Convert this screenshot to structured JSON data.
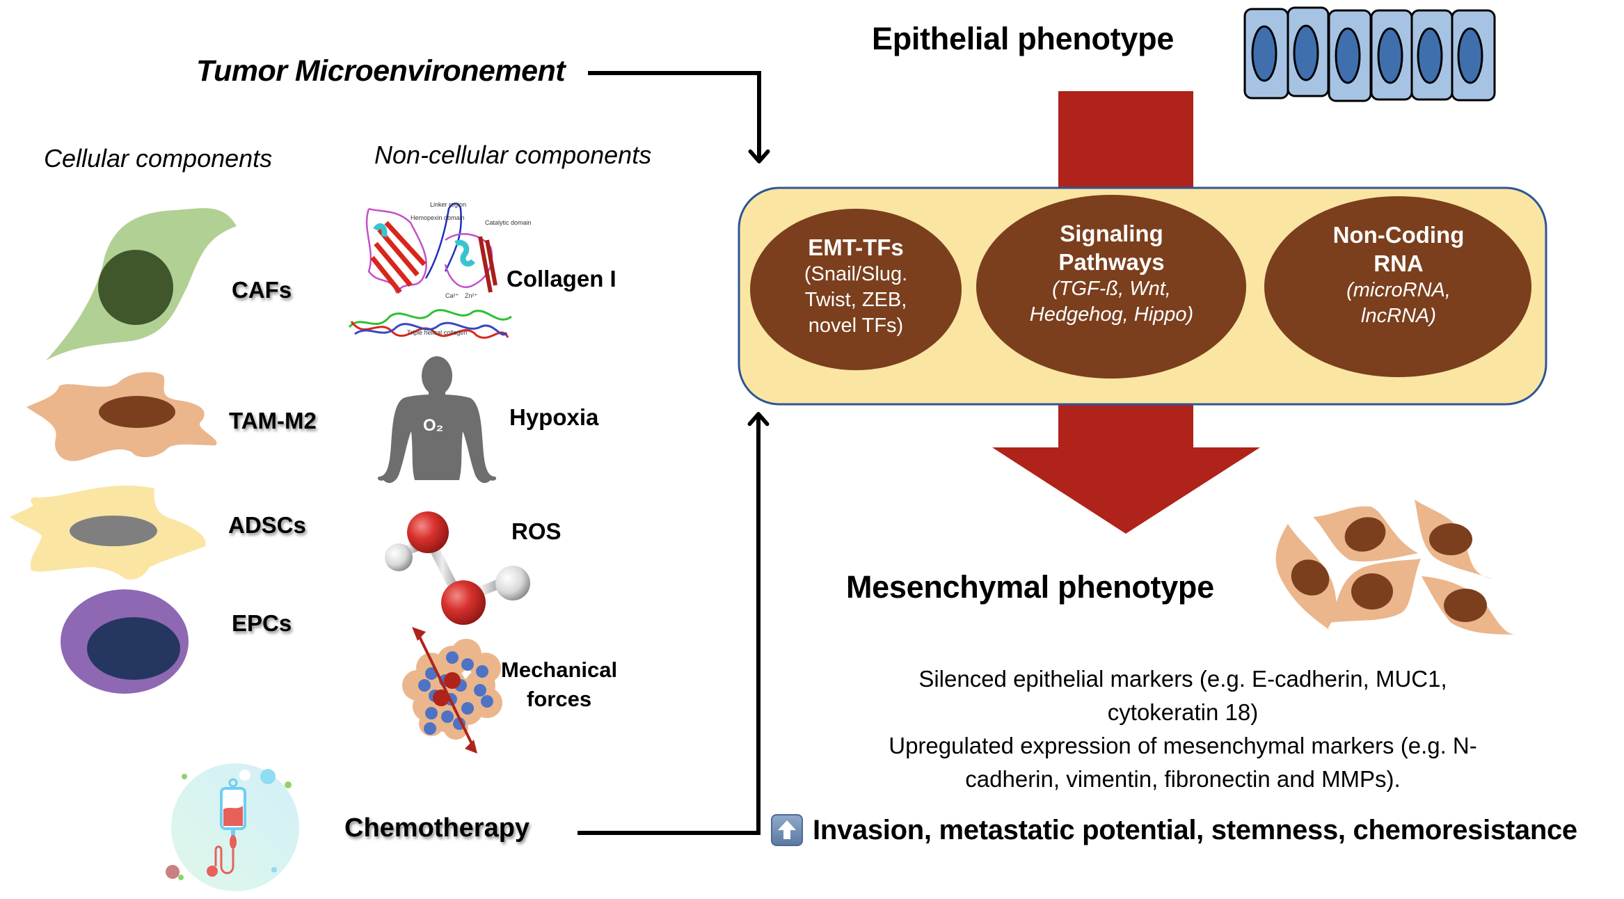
{
  "title": "Tumor Microenvironement",
  "sections": {
    "cellular_heading": "Cellular components",
    "noncellular_heading": "Non-cellular components"
  },
  "cellular_components": [
    {
      "label": "CAFs",
      "icon": "fibroblast-cell-icon"
    },
    {
      "label": "TAM-M2",
      "icon": "macrophage-cell-icon"
    },
    {
      "label": "ADSCs",
      "icon": "stem-cell-icon"
    },
    {
      "label": "EPCs",
      "icon": "progenitor-cell-icon"
    }
  ],
  "noncellular_components": [
    {
      "label": "Collagen I",
      "icon": "collagen-structure-icon",
      "annotations": [
        "Linker region",
        "Hemopexin domain",
        "Catalytic domain",
        "Triple helical collagen",
        "Ca²⁺",
        "Zn²⁺"
      ]
    },
    {
      "label": "Hypoxia",
      "icon": "human-silhouette-icon",
      "icon_text": "O₂"
    },
    {
      "label": "ROS",
      "icon": "peroxide-molecule-icon"
    },
    {
      "label_line1": "Mechanical",
      "label_line2": "forces",
      "icon": "cell-cluster-force-icon"
    }
  ],
  "chemotherapy": {
    "label": "Chemotherapy",
    "icon": "iv-bag-icon"
  },
  "epithelial": {
    "label": "Epithelial phenotype",
    "cell_count": 6
  },
  "mechanisms": [
    {
      "title": "EMT-TFs",
      "detail_lines": [
        "(Snail/Slug.",
        "Twist, ZEB,",
        "novel TFs)"
      ],
      "italic": false
    },
    {
      "title_line1": "Signaling",
      "title_line2": "Pathways",
      "detail_lines": [
        "(TGF-ß, Wnt,",
        "Hedgehog, Hippo)"
      ],
      "italic": true
    },
    {
      "title_line1": "Non-Coding",
      "title_line2": "RNA",
      "detail_lines": [
        "(microRNA,",
        "lncRNA)"
      ],
      "italic": true
    }
  ],
  "mesenchymal": {
    "label": "Mesenchymal phenotype",
    "cell_count": 5
  },
  "markers": {
    "line1": "Silenced epithelial markers (e.g. E-cadherin, MUC1,",
    "line2": "cytokeratin 18)",
    "line3": "Upregulated expression of mesenchymal markers (e.g. N-",
    "line4": "cadherin, vimentin, fibronectin and MMPs)."
  },
  "outcome": {
    "icon": "up-arrow-icon",
    "text": "Invasion, metastatic potential, stemness, chemoresistance"
  },
  "colors": {
    "arrow_red": "#af231a",
    "box_fill": "#fae5a3",
    "box_border": "#2f5597",
    "ellipse_fill": "#7b3f1d",
    "caf_body": "#b1d194",
    "caf_nucleus": "#3f572b",
    "tam_body": "#ebb68c",
    "tam_nucleus": "#7b3f1d",
    "adsc_body": "#fae5a3",
    "adsc_nucleus": "#7f7f7f",
    "epc_body": "#8e68b3",
    "epc_nucleus": "#253761",
    "epithelial_cell": "#a7c3e3",
    "epithelial_nucleus": "#3f6fad",
    "mesenchymal_cell": "#ebb68c",
    "mesenchymal_nucleus": "#7b3f1d",
    "hypoxia_gray": "#6e6e6e"
  }
}
